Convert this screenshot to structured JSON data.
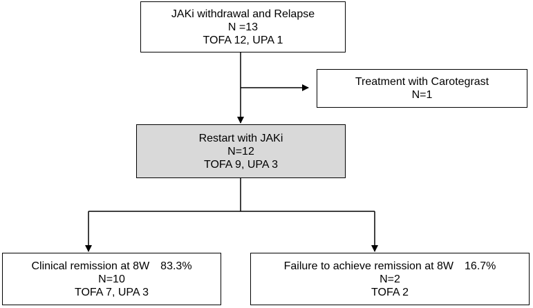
{
  "boxes": {
    "withdrawal": {
      "title": "JAKi withdrawal and Relapse",
      "count": "N =13",
      "breakdown": "TOFA 12, UPA 1"
    },
    "carotegrast": {
      "title": "Treatment with Carotegrast",
      "count": "N=1"
    },
    "restart": {
      "title": "Restart with JAKi",
      "count": "N=12",
      "breakdown": "TOFA 9, UPA 3"
    },
    "remission": {
      "title": "Clinical remission at 8W",
      "percent": "83.3%",
      "count": "N=10",
      "breakdown": "TOFA 7, UPA 3"
    },
    "failure": {
      "title": "Failure to achieve remission at 8W",
      "percent": "16.7%",
      "count": "N=2",
      "breakdown": "TOFA 2"
    }
  },
  "colors": {
    "shaded_box": "#d9d9d9",
    "line": "#000000"
  }
}
